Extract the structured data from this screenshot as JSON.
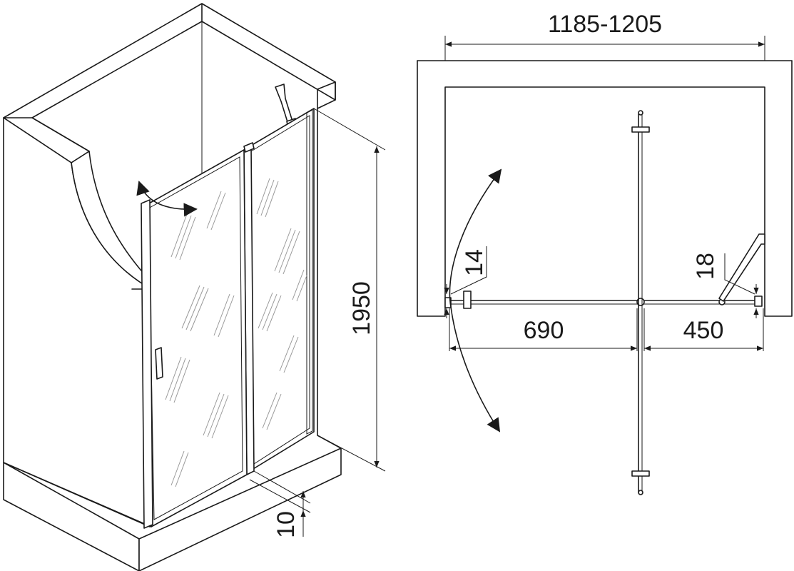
{
  "dimensions": {
    "total_width": "1185-1205",
    "door_width": "690",
    "fixed_panel_width": "450",
    "height": "1950",
    "bottom_gap": "10",
    "left_profile": "14",
    "right_profile": "18"
  }
}
